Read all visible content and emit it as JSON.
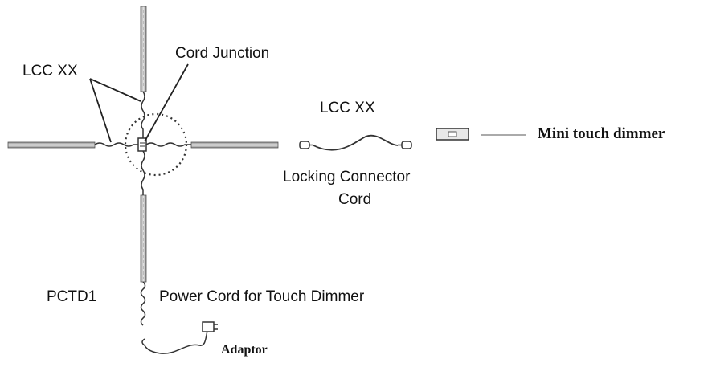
{
  "labels": {
    "lcc_left": "LCC XX",
    "cord_junction": "Cord Junction",
    "lcc_mid": "LCC XX",
    "locking_connector_line1": "Locking Connector",
    "locking_connector_line2": "Cord",
    "mini_touch_dimmer": "Mini touch dimmer",
    "pctd1": "PCTD1",
    "power_cord": "Power Cord for Touch Dimmer",
    "adaptor": "Adaptor"
  },
  "colors": {
    "ink": "#222222",
    "strip_fill": "#d9d9d9",
    "strip_dark": "#9a9a9a"
  }
}
